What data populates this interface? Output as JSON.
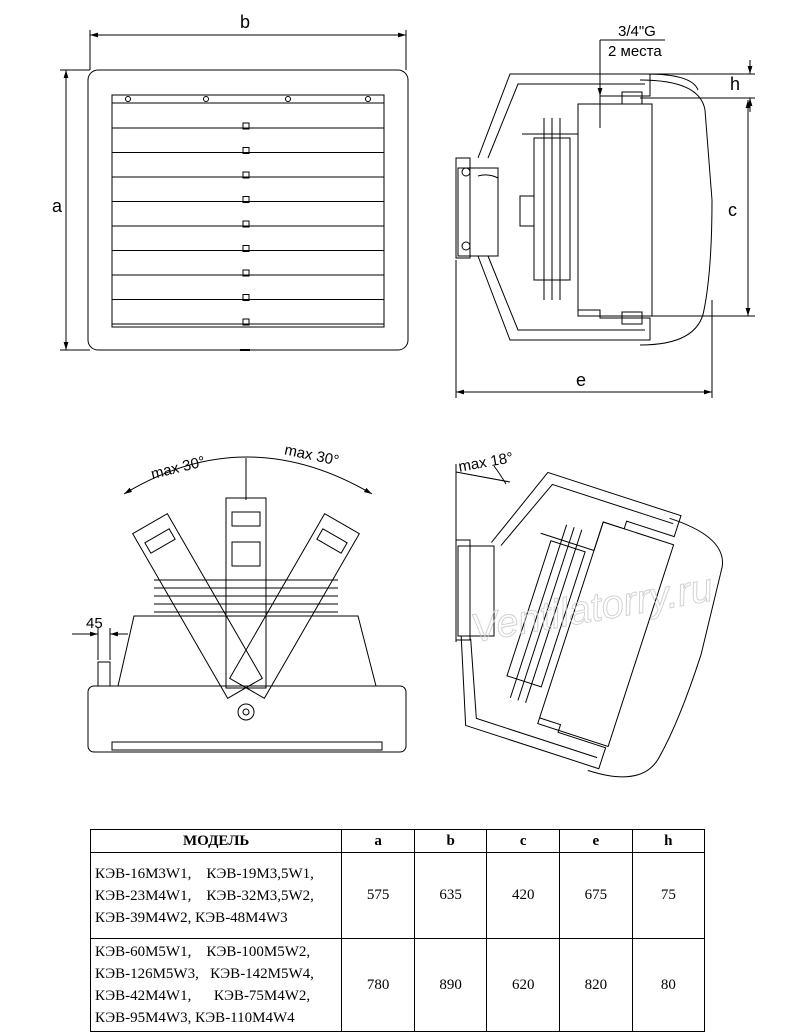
{
  "labels": {
    "b": "b",
    "a": "a",
    "c": "c",
    "e": "e",
    "h": "h",
    "thread": "3/4\"G",
    "places": "2 места",
    "max30_left": "max 30°",
    "max30_right": "max 30°",
    "dim45": "45",
    "max18": "max 18°",
    "watermark": "Ventilatorry.ru"
  },
  "table": {
    "headers": [
      "МОДЕЛЬ",
      "a",
      "b",
      "c",
      "e",
      "h"
    ],
    "rows": [
      {
        "models": [
          "КЭВ-16М3W1,",
          "КЭВ-19М3,5W1,",
          "КЭВ-23М4W1,",
          "КЭВ-32М3,5W2,",
          "КЭВ-39М4W2,",
          "КЭВ-48М4W3"
        ],
        "a": "575",
        "b": "635",
        "c": "420",
        "e": "675",
        "h": "75"
      },
      {
        "models": [
          "КЭВ-60М5W1,",
          "КЭВ-100М5W2,",
          "КЭВ-126М5W3,",
          "КЭВ-142М5W4,",
          "КЭВ-42М4W1,",
          "КЭВ-75М4W2,",
          "КЭВ-95М4W3,",
          "КЭВ-110М4W4"
        ],
        "a": "780",
        "b": "890",
        "c": "620",
        "e": "820",
        "h": "80"
      }
    ]
  }
}
